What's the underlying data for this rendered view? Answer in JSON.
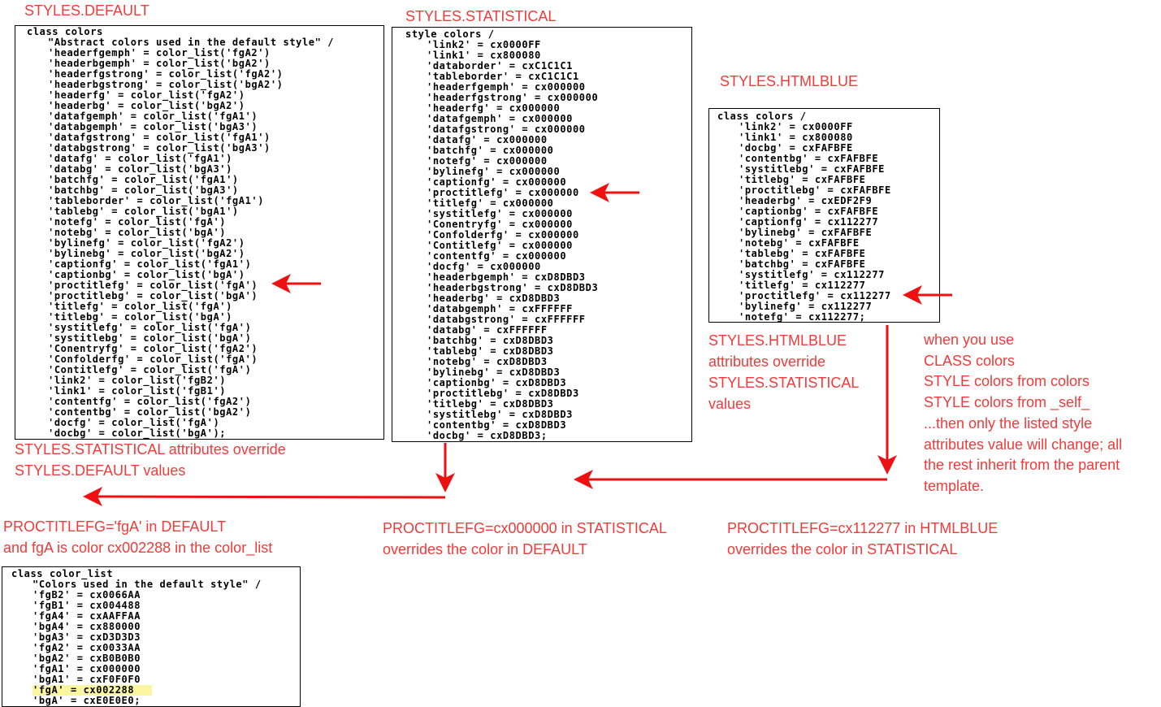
{
  "titles": {
    "default": "STYLES.DEFAULT",
    "statistical": "STYLES.STATISTICAL",
    "htmlblue": "STYLES.HTMLBLUE"
  },
  "default_code": [
    "class colors",
    "\"Abstract colors used in the default style\" /",
    "'headerfgemph' = color_list('fgA2')",
    "'headerbgemph' = color_list('bgA2')",
    "'headerfgstrong' = color_list('fgA2')",
    "'headerbgstrong' = color_list('bgA2')",
    "'headerfg' = color_list('fgA2')",
    "'headerbg' = color_list('bgA2')",
    "'datafgemph' = color_list('fgA1')",
    "'databgemph' = color_list('bgA3')",
    "'datafgstrong' = color_list('fgA1')",
    "'databgstrong' = color_list('bgA3')",
    "'datafg' = color_list('fgA1')",
    "'databg' = color_list('bgA3')",
    "'batchfg' = color_list('fgA1')",
    "'batchbg' = color_list('bgA3')",
    "'tableborder' = color_list('fgA1')",
    "'tablebg' = color_list('bgA1')",
    "'notefg' = color_list('fgA')",
    "'notebg' = color_list('bgA')",
    "'bylinefg' = color_list('fgA2')",
    "'bylinebg' = color_list('bgA2')",
    "'captionfg' = color_list('fgA1')",
    "'captionbg' = color_list('bgA')",
    "'proctitlefg' = color_list('fgA')",
    "'proctitlebg' = color_list('bgA')",
    "'titlefg' = color_list('fgA')",
    "'titlebg' = color_list('bgA')",
    "'systitlefg' = color_list('fgA')",
    "'systitlebg' = color_list('bgA')",
    "'Conentryfg' = color_list('fgA2')",
    "'Confolderfg' = color_list('fgA')",
    "'Contitlefg' = color_list('fgA')",
    "'link2' = color_list('fgB2')",
    "'link1' = color_list('fgB1')",
    "'contentfg' = color_list('fgA2')",
    "'contentbg' = color_list('bgA2')",
    "'docfg' = color_list('fgA')",
    "'docbg' = color_list('bgA');"
  ],
  "statistical_code": [
    "style colors /",
    "'link2' = cx0000FF",
    "'link1' = cx800080",
    "'databorder' = cxC1C1C1",
    "'tableborder' = cxC1C1C1",
    "'headerfgemph' = cx000000",
    "'headerfgstrong' = cx000000",
    "'headerfg' = cx000000",
    "'datafgemph' = cx000000",
    "'datafgstrong' = cx000000",
    "'datafg' = cx000000",
    "'batchfg' = cx000000",
    "'notefg' = cx000000",
    "'bylinefg' = cx000000",
    "'captionfg' = cx000000",
    "'proctitlefg' = cx000000",
    "'titlefg' = cx000000",
    "'systitlefg' = cx000000",
    "'Conentryfg' = cx000000",
    "'Confolderfg' = cx000000",
    "'Contitlefg' = cx000000",
    "'contentfg' = cx000000",
    "'docfg' = cx000000",
    "'headerbgemph' = cxD8DBD3",
    "'headerbgstrong' = cxD8DBD3",
    "'headerbg' = cxD8DBD3",
    "'databgemph' = cxFFFFFF",
    "'databgstrong' = cxFFFFFF",
    "'databg' = cxFFFFFF",
    "'batchbg' = cxD8DBD3",
    "'tablebg' = cxD8DBD3",
    "'notebg' = cxD8DBD3",
    "'bylinebg' = cxD8DBD3",
    "'captionbg' = cxD8DBD3",
    "'proctitlebg' = cxD8DBD3",
    "'titlebg' = cxD8DBD3",
    "'systitlebg' = cxD8DBD3",
    "'contentbg' = cxD8DBD3",
    "'docbg' = cxD8DBD3;"
  ],
  "htmlblue_code": [
    "class colors /",
    "'link2' = cx0000FF",
    "'link1' = cx800080",
    "'docbg' = cxFAFBFE",
    "'contentbg' = cxFAFBFE",
    "'systitlebg' = cxFAFBFE",
    "'titlebg' = cxFAFBFE",
    "'proctitlebg' = cxFAFBFE",
    "'headerbg' = cxEDF2F9",
    "'captionbg' = cxFAFBFE",
    "'captionfg' = cx112277",
    "'bylinebg' = cxFAFBFE",
    "'notebg' = cxFAFBFE",
    "'tablebg' = cxFAFBFE",
    "'batchbg' = cxFAFBFE",
    "'systitlefg' = cx112277",
    "'titlefg' = cx112277",
    "'proctitlefg' = cx112277",
    "'bylinefg' = cx112277",
    "'notefg' = cx112277;"
  ],
  "color_list_code": [
    "class color_list",
    "\"Colors used in the default style\" /",
    "'fgB2' = cx0066AA",
    "'fgB1' = cx004488",
    "'fgA4' = cxAAFFAA",
    "'bgA4' = cx880000",
    "'bgA3' = cxD3D3D3",
    "'fgA2' = cx0033AA",
    "'bgA2' = cxB0B0B0",
    "'fgA1' = cx000000",
    "'bgA1' = cxF0F0F0",
    "'fgA' = cx002288",
    "'bgA' = cxE0E0E0;"
  ],
  "notes": {
    "stat_over_default": [
      "STYLES.STATISTICAL attributes override",
      "STYLES.DEFAULT values"
    ],
    "htmlblue_over_stat": [
      "STYLES.HTMLBLUE",
      "attributes override",
      "STYLES.STATISTICAL",
      "values"
    ],
    "class_colors": [
      "when you use",
      "CLASS colors",
      "STYLE colors from colors",
      "STYLE colors from _self_",
      "...then only the listed style",
      "attributes value will change; all",
      "the rest inherit from the parent",
      "template."
    ],
    "default_proctitle": [
      "PROCTITLEFG='fgA' in DEFAULT",
      "and fgA is color cx002288 in the color_list"
    ],
    "stat_proctitle": [
      "PROCTITLEFG=cx000000 in STATISTICAL",
      "overrides the color in DEFAULT"
    ],
    "htmlblue_proctitle": [
      "PROCTITLEFG=cx112277 in HTMLBLUE",
      "overrides the color in STATISTICAL"
    ]
  },
  "colors": {
    "annotation": "#f23a3a",
    "arrow": "#ee1111",
    "highlight": "#fbf7a0"
  }
}
